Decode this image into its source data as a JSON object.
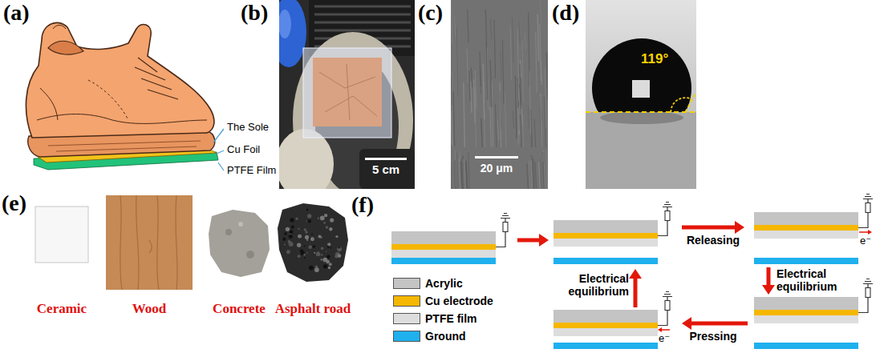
{
  "diagram": {
    "labels": [
      "(a)",
      "(b)",
      "(c)",
      "(d)",
      "The Sole",
      "Cu Foil",
      "PTFE Film",
      "5 cm",
      "20 μm",
      "119°",
      "(e)",
      "(f)",
      "Ceramic",
      "Wood",
      "Concrete",
      "Asphalt road",
      "Releasing",
      "Electrical equilibrium",
      "Electrical equilibrium",
      "Pressing",
      "e⁻",
      "e⁻"
    ],
    "legend": [
      {
        "text": "Acrylic",
        "color": "#c4c4c4"
      },
      {
        "text": "Cu electrode",
        "color": "#f5b700"
      },
      {
        "text": "PTFE film",
        "color": "#dddddd"
      },
      {
        "text": "Ground",
        "color": "#1fb0ee"
      }
    ]
  }
}
